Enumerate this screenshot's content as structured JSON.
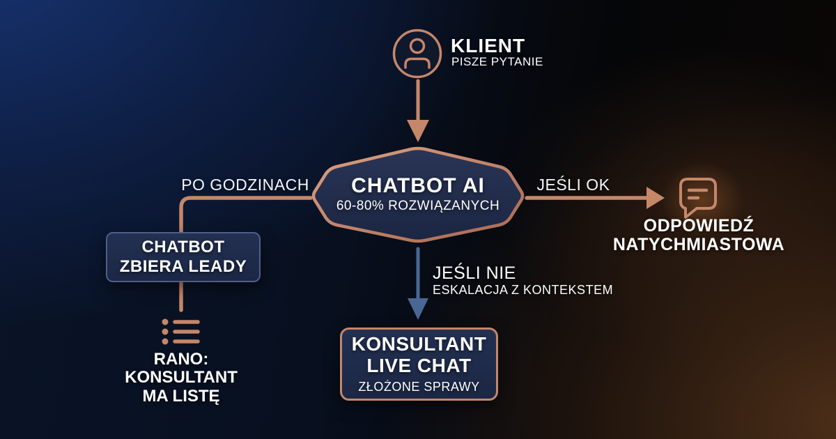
{
  "diagram": {
    "title_hint": "Chatbot AI support flow (Polish)",
    "palette": {
      "copper": "#c5876a",
      "copper_dark": "#a96850",
      "copper_light": "#dba083",
      "blue_box_border": "#4f5f88",
      "blue_arrow": "#4a6694",
      "node_fill": "#1e2946",
      "bg_blue": "#16336f",
      "bg_warm_brown": "#503119",
      "text": "#ffffff"
    },
    "nodes": {
      "klient": {
        "title": "KLIENT",
        "subtitle": "PISZE PYTANIE",
        "icon": "user-icon"
      },
      "chatbot": {
        "title": "CHATBOT AI",
        "subtitle": "60-80% ROZWIĄZANYCH",
        "shape": "hexagon-badge"
      },
      "leady": {
        "line1": "CHATBOT",
        "line2": "ZBIERA LEADY"
      },
      "rano": {
        "line1": "RANO:",
        "line2": "KONSULTANT",
        "line3": "MA LISTĘ",
        "icon": "list-icon"
      },
      "odpowiedz": {
        "line1": "ODPOWIEDŹ",
        "line2": "NATYCHMIASTOWA",
        "icon": "chat-bubble-icon"
      },
      "konsultant": {
        "line1": "KONSULTANT",
        "line2": "LIVE CHAT",
        "line3": "ZŁOŻONE SPRAWY"
      }
    },
    "edges": {
      "klient_to_chatbot": {
        "label": "",
        "style": "copper-arrow-down"
      },
      "po_godzinach": {
        "label": "PO GODZINACH",
        "style": "copper-elbow-left"
      },
      "jesli_ok": {
        "label": "JEŚLI OK",
        "style": "copper-arrow-right"
      },
      "jesli_nie": {
        "label": "JEŚLI NIE",
        "sublabel": "ESKALACJA Z KONTEKSTEM",
        "style": "blue-arrow-down"
      },
      "leady_to_rano": {
        "label": "",
        "style": "copper-line-down"
      }
    }
  }
}
